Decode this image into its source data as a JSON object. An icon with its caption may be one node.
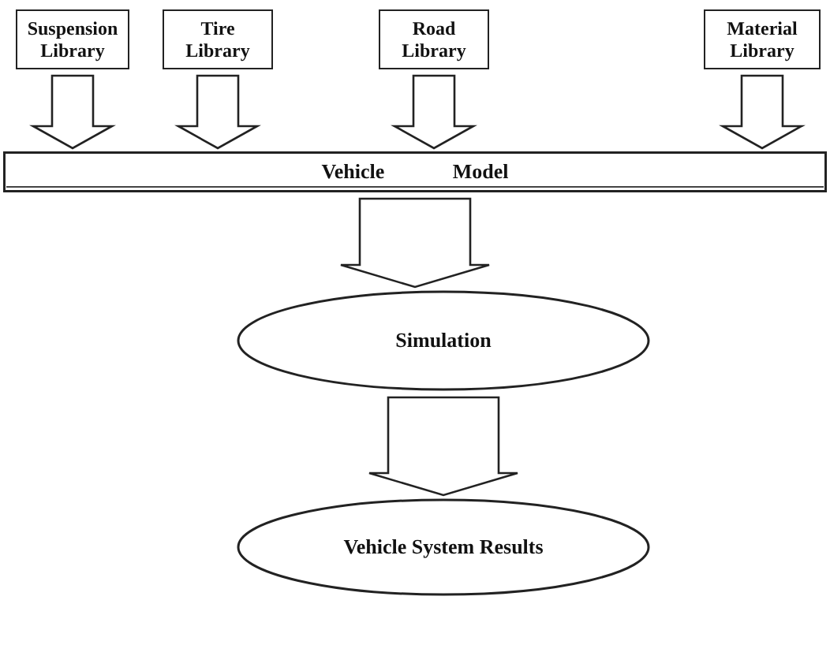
{
  "diagram": {
    "nodes": [
      {
        "text": [
          "Suspension Library"
        ]
      },
      {
        "text": [
          "Tire Library"
        ]
      },
      {
        "text": [
          "Road Library"
        ]
      },
      {
        "text": [
          "Material Library"
        ]
      },
      {
        "text": [
          "Vehicle Model"
        ]
      },
      {
        "text": [
          "Simulation"
        ]
      },
      {
        "text": [
          "Vehicle System Results"
        ]
      }
    ],
    "edges": [
      {
        "from": 0,
        "to": 4,
        "arrow": "to"
      },
      {
        "from": 1,
        "to": 4,
        "arrow": "to"
      },
      {
        "from": 2,
        "to": 4,
        "arrow": "to"
      },
      {
        "from": 3,
        "to": 4,
        "arrow": "to"
      },
      {
        "from": 4,
        "to": 5,
        "arrow": "to"
      },
      {
        "from": 5,
        "to": 6,
        "arrow": "to"
      }
    ]
  }
}
